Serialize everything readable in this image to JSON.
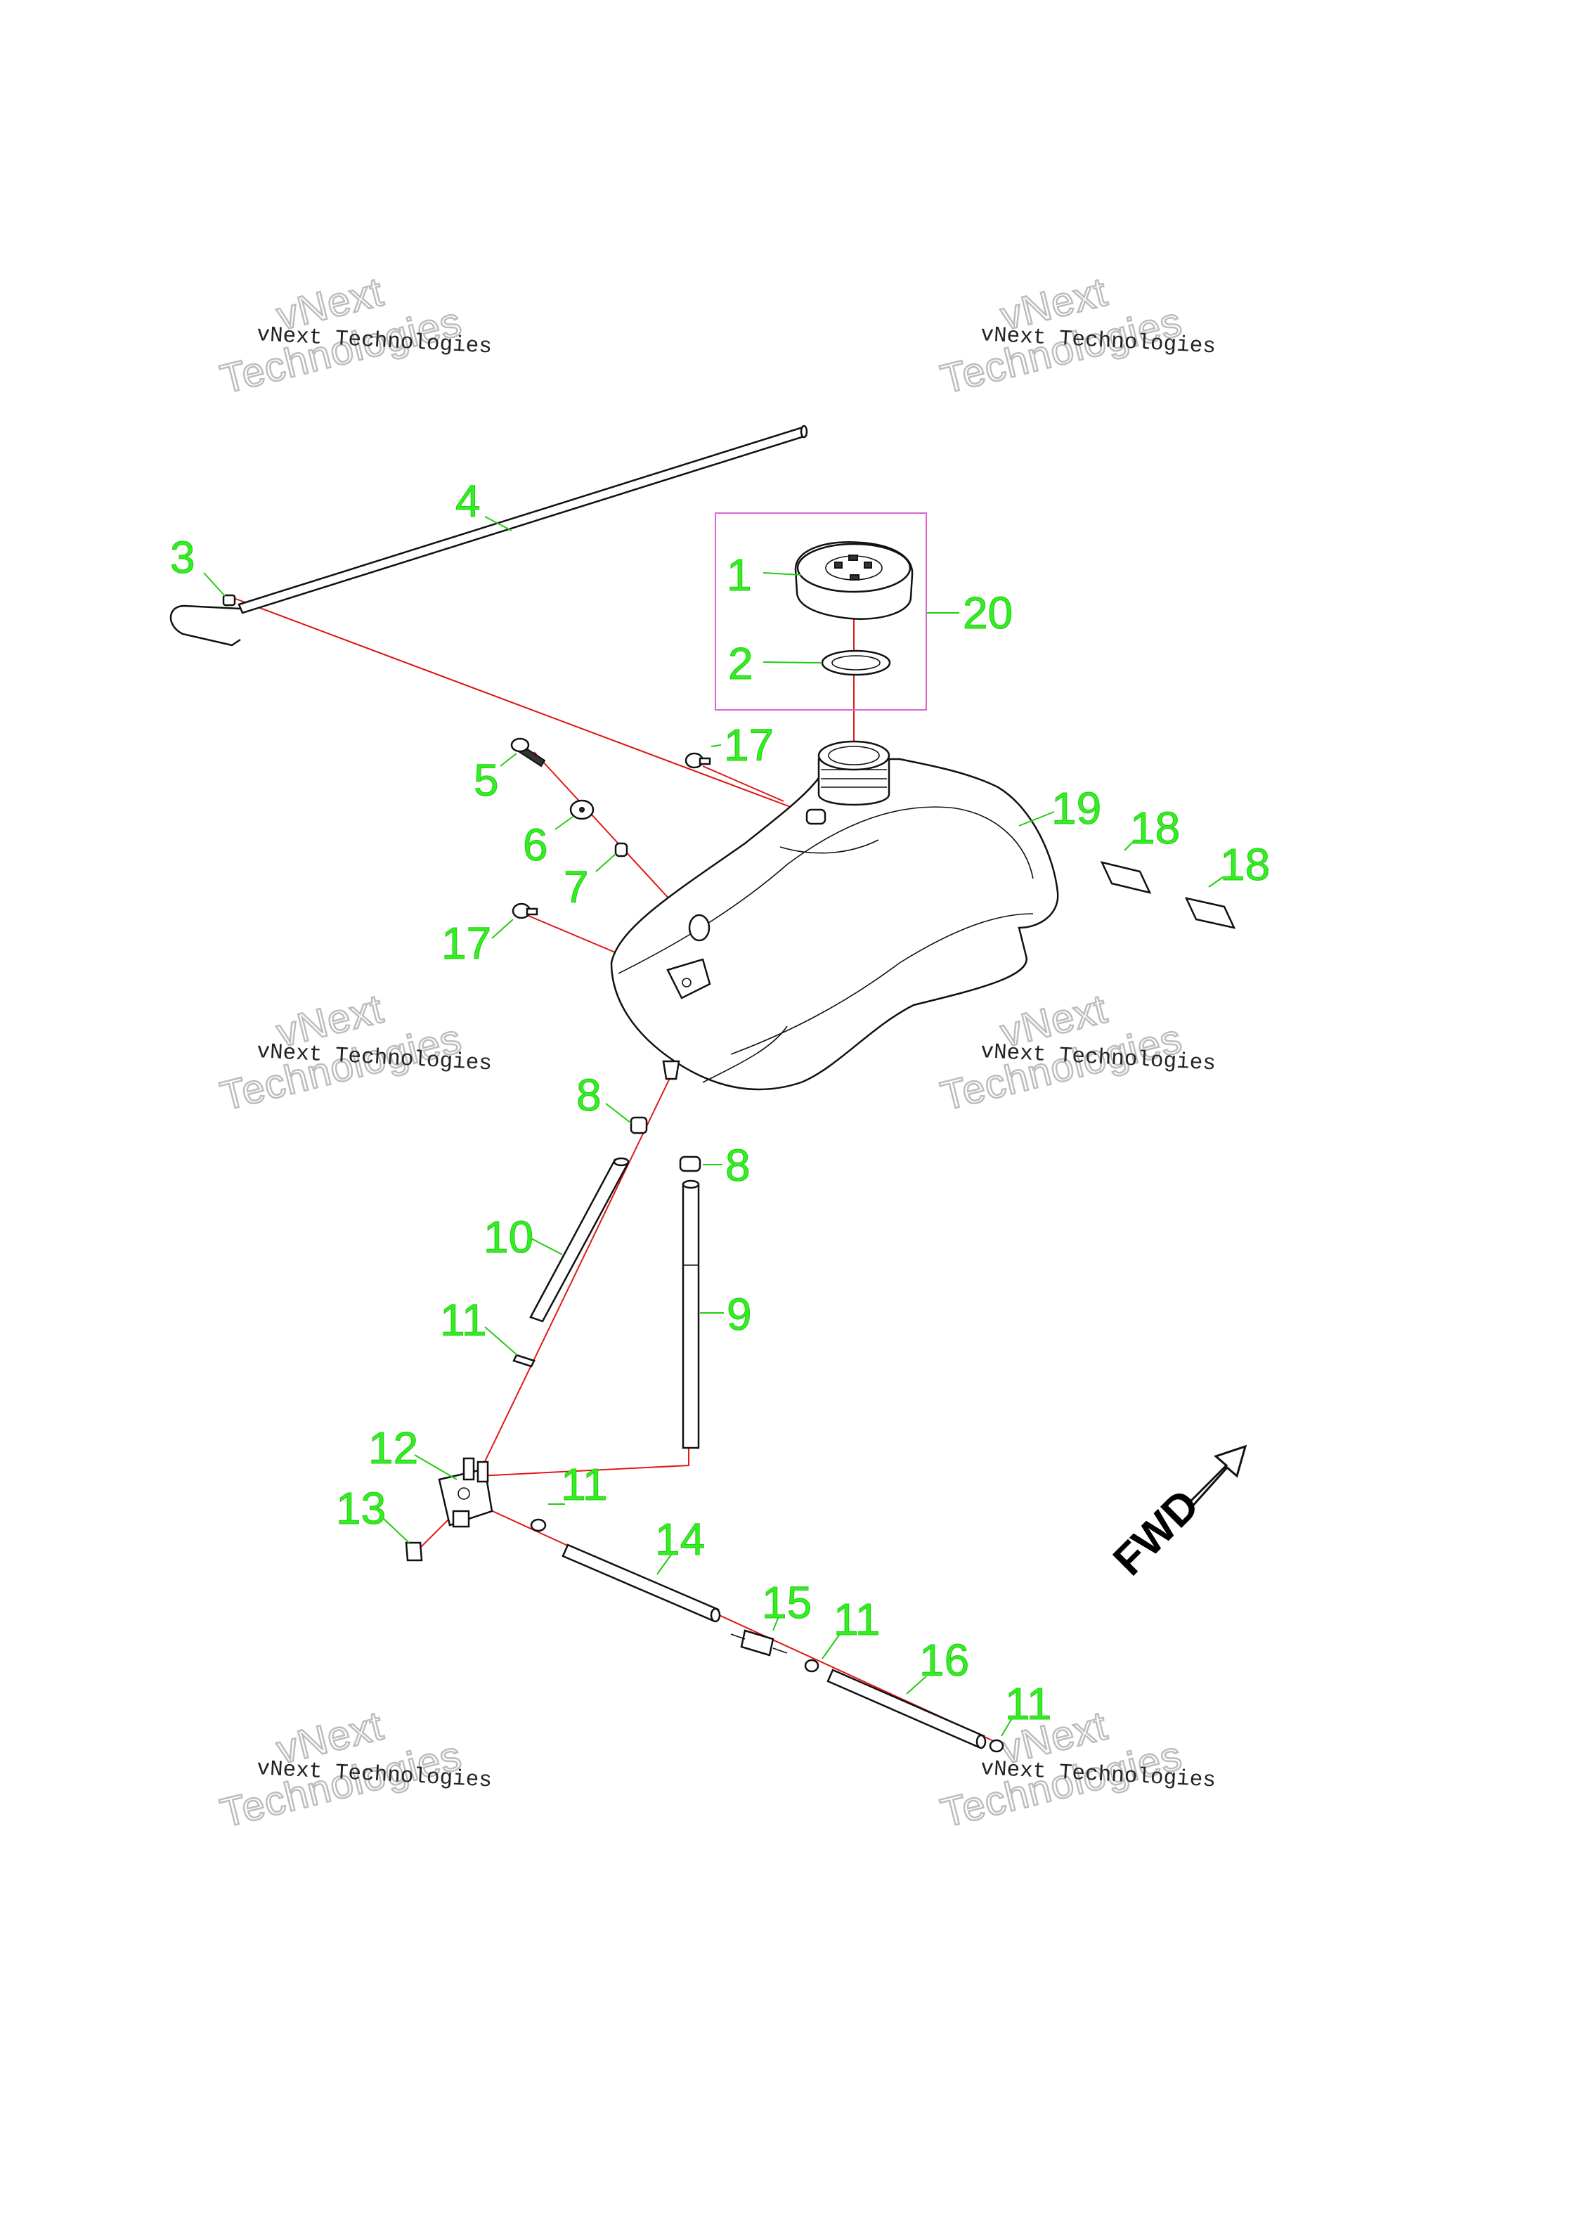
{
  "watermarks": [
    {
      "line1": "vNext Technologies",
      "line2": "vNext",
      "line3": "Technologies"
    },
    {
      "line1": "vNext Technologies",
      "line2": "vNext",
      "line3": "Technologies"
    },
    {
      "line1": "vNext Technologies",
      "line2": "vNext",
      "line3": "Technologies"
    },
    {
      "line1": "vNext Technologies",
      "line2": "vNext",
      "line3": "Technologies"
    },
    {
      "line1": "vNext Technologies",
      "line2": "vNext",
      "line3": "Technologies"
    },
    {
      "line1": "vNext Technologies",
      "line2": "vNext",
      "line3": "Technologies"
    }
  ],
  "callouts": {
    "c1": "1",
    "c2": "2",
    "c3": "3",
    "c4": "4",
    "c5": "5",
    "c6": "6",
    "c7": "7",
    "c8a": "8",
    "c8b": "8",
    "c9": "9",
    "c10": "10",
    "c11a": "11",
    "c11b": "11",
    "c11c": "11",
    "c11d": "11",
    "c12": "12",
    "c13": "13",
    "c14": "14",
    "c15": "15",
    "c16": "16",
    "c17a": "17",
    "c17b": "17",
    "c18a": "18",
    "c18b": "18",
    "c19": "19",
    "c20": "20"
  },
  "direction_label": "FWD",
  "colors": {
    "callout": "#33ee22",
    "leader_red": "#e01818",
    "kit_box": "#dd66cc",
    "watermark_outline": "#bdbdbd"
  }
}
